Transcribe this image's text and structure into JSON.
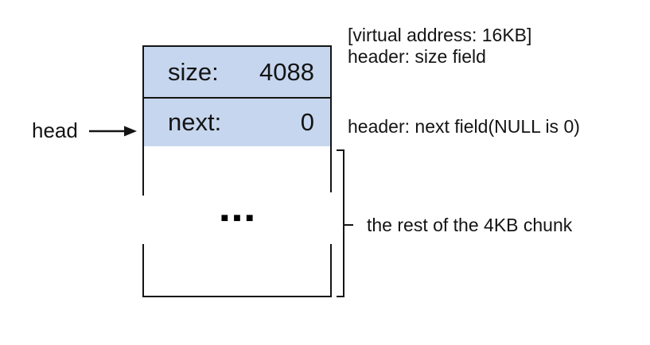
{
  "diagram": {
    "head_label": "head",
    "chunk": {
      "rows": [
        {
          "label": "size:",
          "value": "4088"
        },
        {
          "label": "next:",
          "value": "0"
        }
      ],
      "ellipsis": "■■■"
    },
    "annotations": {
      "virtual_address": "[virtual address: 16KB]",
      "header_size": "header: size field",
      "header_next": "header: next field(NULL is 0)",
      "rest_of_chunk": "the rest of the 4KB chunk"
    },
    "colors": {
      "cell_fill": "#c6d6ee",
      "line": "#141414",
      "background": "#ffffff"
    }
  }
}
